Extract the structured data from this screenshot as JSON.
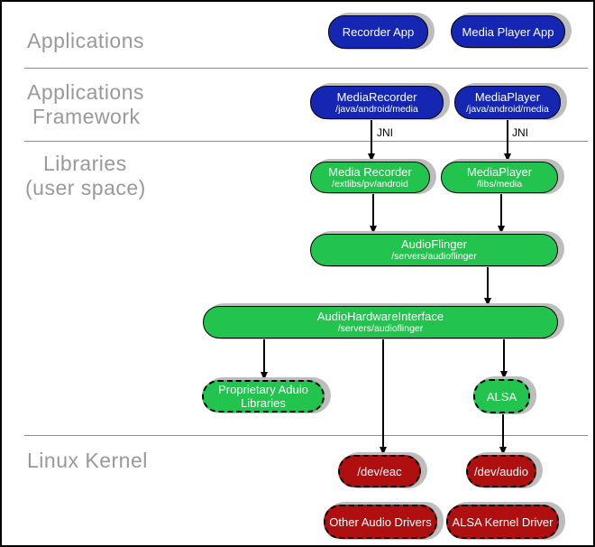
{
  "layers": {
    "applications": {
      "line1": "Applications"
    },
    "framework": {
      "line1": "Applications",
      "line2": "Framework"
    },
    "libraries": {
      "line1": "Libraries",
      "line2": "(user space)"
    },
    "kernel": {
      "line1": "Linux Kernel"
    }
  },
  "nodes": {
    "recorder_app": {
      "title": "Recorder App"
    },
    "media_player_app": {
      "title": "Media Player App"
    },
    "media_recorder_fw": {
      "title": "MediaRecorder",
      "subtitle": "/java/android/media"
    },
    "media_player_fw": {
      "title": "MediaPlayer",
      "subtitle": "/java/android/media"
    },
    "media_recorder_lib": {
      "title": "Media Recorder",
      "subtitle": "/extlibs/pv/android"
    },
    "media_player_lib": {
      "title": "MediaPlayer",
      "subtitle": "/libs/media"
    },
    "audioflinger": {
      "title": "AudioFlinger",
      "subtitle": "/servers/audioflinger"
    },
    "audio_hw_interface": {
      "title": "AudioHardwareInterface",
      "subtitle": "/servers/audioflinger"
    },
    "proprietary_audio": {
      "title": "Proprietary Aduio",
      "title2": "Libraries"
    },
    "alsa": {
      "title": "ALSA"
    },
    "dev_eac": {
      "title": "/dev/eac"
    },
    "dev_audio": {
      "title": "/dev/audio"
    },
    "other_audio_drivers": {
      "title": "Other Audio Drivers"
    },
    "alsa_kernel_driver": {
      "title": "ALSA Kernel Driver"
    }
  },
  "connectors": {
    "jni_left": {
      "label": "JNI"
    },
    "jni_right": {
      "label": "JNI"
    }
  },
  "colors": {
    "app_blue": "#1527b2",
    "lib_green": "#22c44e",
    "kernel_red": "#b00f0f",
    "shadow": "#bdbdbd",
    "label_gray": "#999999",
    "line_gray": "#8c8c8c"
  }
}
